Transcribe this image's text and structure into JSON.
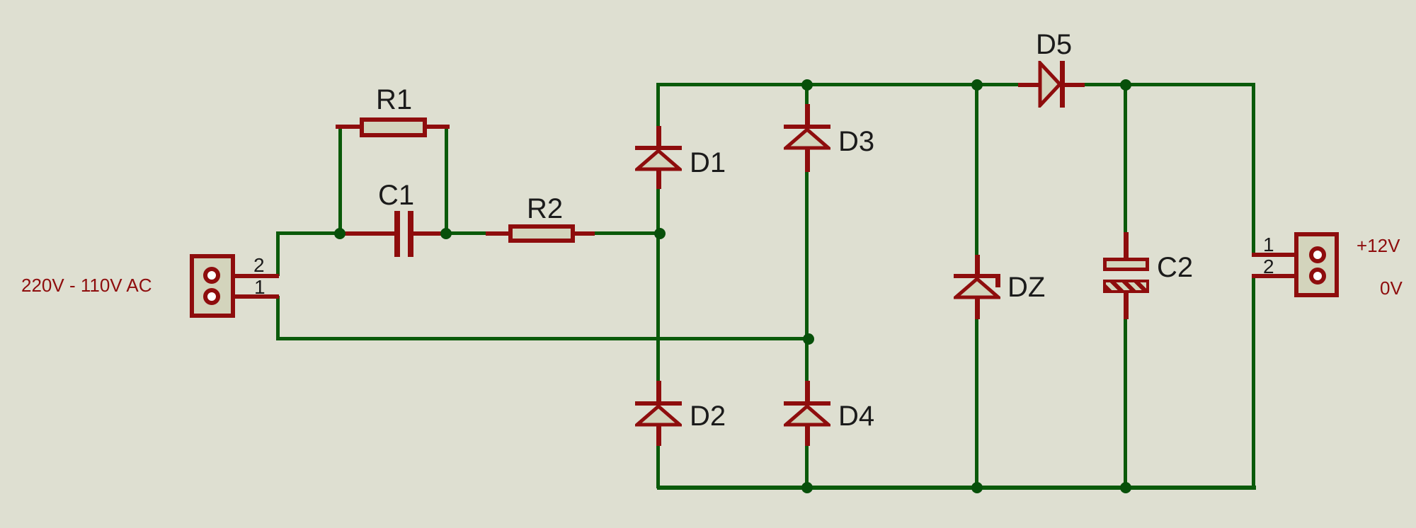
{
  "schematic": {
    "components": {
      "r1": {
        "ref": "R1",
        "type": "resistor"
      },
      "c1": {
        "ref": "C1",
        "type": "capacitor"
      },
      "r2": {
        "ref": "R2",
        "type": "resistor"
      },
      "d1": {
        "ref": "D1",
        "type": "diode"
      },
      "d2": {
        "ref": "D2",
        "type": "diode"
      },
      "d3": {
        "ref": "D3",
        "type": "diode"
      },
      "d4": {
        "ref": "D4",
        "type": "diode"
      },
      "d5": {
        "ref": "D5",
        "type": "diode"
      },
      "dz": {
        "ref": "DZ",
        "type": "zener-diode"
      },
      "c2": {
        "ref": "C2",
        "type": "polarized-capacitor"
      }
    },
    "connectors": {
      "input": {
        "label": "220V - 110V AC",
        "pin_top": "2",
        "pin_bottom": "1"
      },
      "output": {
        "pin_top": "1",
        "pin_bottom": "2",
        "rail_top": "+12V",
        "rail_bottom": "0V"
      }
    },
    "colors": {
      "background": "#dedfd1",
      "component": "#8e0d0d",
      "component_fill": "#d3d4bc",
      "wire": "#0a5a0a",
      "junction": "#07500a",
      "text": "#1b1b1b",
      "annotation": "#8e0d0d"
    }
  }
}
